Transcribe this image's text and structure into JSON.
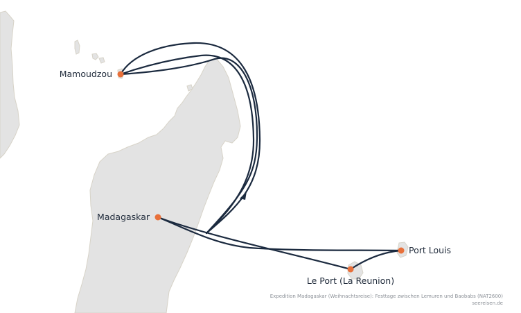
{
  "map": {
    "colors": {
      "land": "#e3e3e3",
      "coast": "#d7d3c8",
      "route": "#1b2a3f",
      "port": "#e8703a",
      "label": "#1f2a3a"
    },
    "ports": [
      {
        "id": "mamoudzou",
        "name": "Mamoudzou"
      },
      {
        "id": "madagaskar",
        "name": "Madagaskar"
      },
      {
        "id": "port-louis",
        "name": "Port Louis"
      },
      {
        "id": "le-port",
        "name": "Le Port (La Reunion)"
      }
    ]
  },
  "caption": {
    "title": "Expedition Madagaskar (Weihnachtsreise): Festtage zwischen Lemuren und Baobabs (NAT2600)",
    "source": "seereisen.de"
  }
}
